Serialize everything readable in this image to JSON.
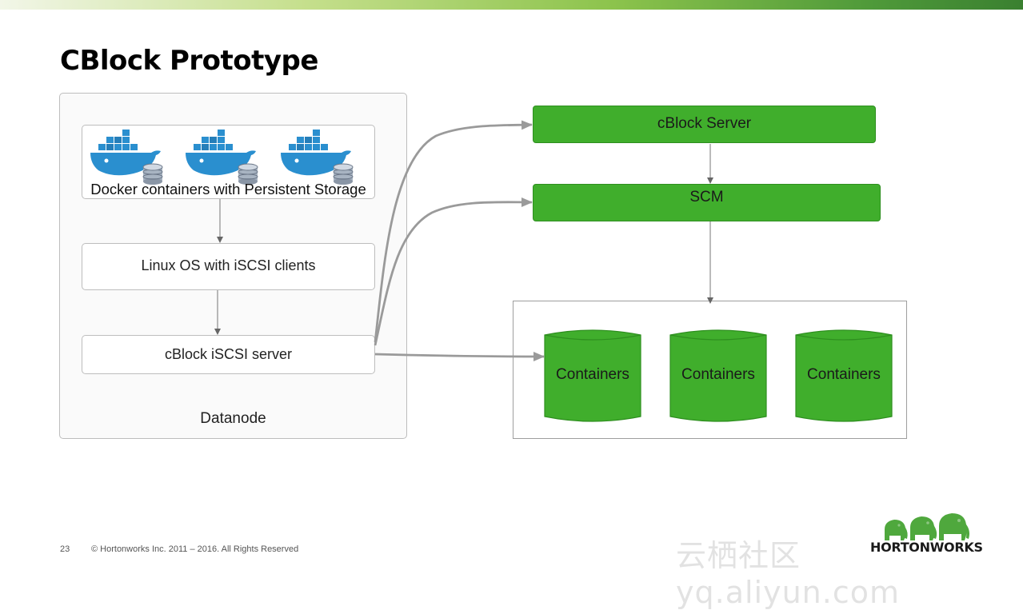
{
  "slide": {
    "title": "CBlock Prototype",
    "page_number": "23",
    "copyright": "© Hortonworks Inc. 2011 – 2016. All Rights Reserved",
    "watermark": "云栖社区 yq.aliyun.com",
    "logo_text": "HORTONWORKS"
  },
  "diagram": {
    "datanode_label": "Datanode",
    "docker_label": "Docker containers with Persistent Storage",
    "linux_label": "Linux OS with iSCSI clients",
    "iscsi_label": "cBlock iSCSI server",
    "cblock_server_label": "cBlock Server",
    "scm_label": "SCM",
    "containers": [
      "Containers",
      "Containers",
      "Containers"
    ]
  },
  "colors": {
    "green": "#40ae2c",
    "docker_blue": "#2a8fcf",
    "arrow_gray": "#9a9a9a"
  },
  "icons": [
    "docker-whale-icon",
    "database-icon",
    "elephant-icon"
  ]
}
